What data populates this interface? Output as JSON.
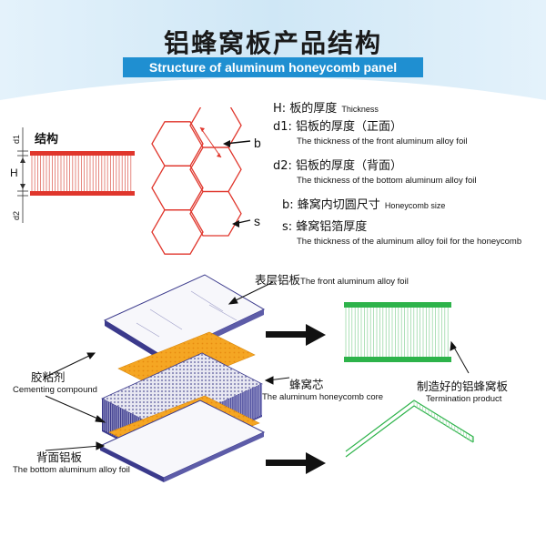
{
  "title_cn": "铝蜂窝板产品结构",
  "title_en": "Structure of aluminum honeycomb panel",
  "structure_label": "结构",
  "dim_labels": {
    "d1": "d1",
    "H": "H",
    "d2": "d2"
  },
  "hex_labels": {
    "b": "b",
    "s": "s"
  },
  "legend": [
    {
      "main": "H: 板的厚度",
      "en": "Thickness",
      "sub": ""
    },
    {
      "main": "d1: 铝板的厚度（正面）",
      "en": "",
      "sub": "The thickness of the front aluminum alloy foil"
    },
    {
      "main": "d2: 铝板的厚度（背面）",
      "en": "",
      "sub": "The thickness of the bottom aluminum alloy foil"
    },
    {
      "main": "b: 蜂窝内切圆尺寸",
      "en": "Honeycomb size",
      "sub": ""
    },
    {
      "main": "s: 蜂窝铝箔厚度",
      "en": "",
      "sub": "The thickness of the aluminum alloy foil for the honeycomb"
    }
  ],
  "layers": {
    "front_cn": "表层铝板",
    "front_en": "The front aluminum alloy foil",
    "adhesive_cn": "胶粘剂",
    "adhesive_en": "Cementing compound",
    "core_cn": "蜂窝芯",
    "core_en": "The aluminum honeycomb core",
    "bottom_cn": "背面铝板",
    "bottom_en": "The bottom aluminum alloy foil",
    "product_cn": "制造好的铝蜂窝板",
    "product_en": "Termination product"
  },
  "colors": {
    "title_bar": "#1f8fd1",
    "hex_red": "#e0362c",
    "green": "#2db34a",
    "orange": "#f5a623",
    "purple": "#3b3a8c"
  }
}
